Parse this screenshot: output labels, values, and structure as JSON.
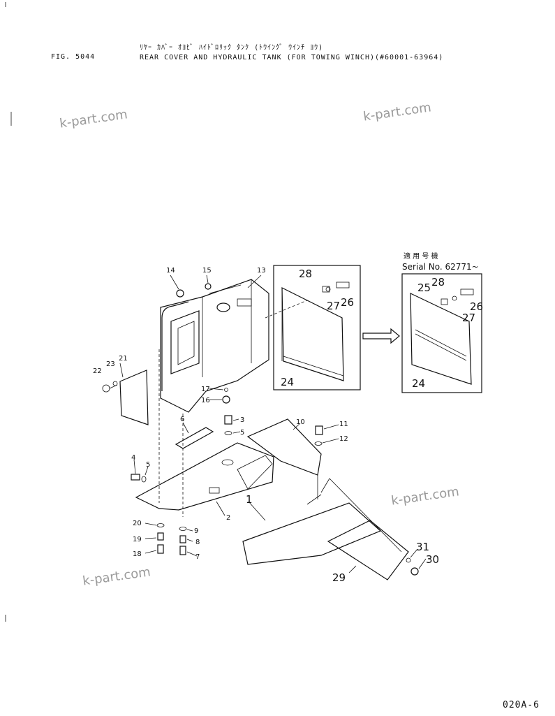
{
  "header": {
    "figure_number": "FIG. 5044",
    "title_japanese": "ﾘﾔｰ ｶﾊﾞｰ ｵﾖﾋﾞ ﾊｲﾄﾞﾛﾘｯｸ ﾀﾝｸ (ﾄｳｲﾝｸﾞ ｳｲﾝﾁ ﾖｳ)",
    "title_english": "REAR COVER AND HYDRAULIC TANK (FOR TOWING WINCH)(#60001-63964)"
  },
  "watermarks": [
    "k-part.com",
    "k-part.com",
    "k-part.com",
    "k-part.com"
  ],
  "serial_box": {
    "label_jp": "適 用 号 機",
    "label_en": "Serial No. 62771~"
  },
  "callouts": [
    "1",
    "2",
    "3",
    "4",
    "5",
    "5",
    "6",
    "7",
    "8",
    "9",
    "10",
    "11",
    "12",
    "13",
    "14",
    "15",
    "16",
    "17",
    "18",
    "19",
    "20",
    "21",
    "22",
    "23",
    "24",
    "24",
    "25",
    "26",
    "26",
    "27",
    "27",
    "28",
    "28",
    "29",
    "30",
    "31"
  ],
  "footer": {
    "page_code": "020A-6"
  }
}
